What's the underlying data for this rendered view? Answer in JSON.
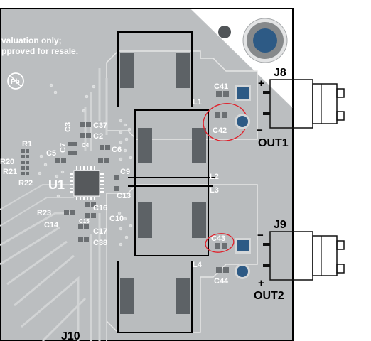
{
  "notice": {
    "line1": "valuation only;",
    "line2": "pproved for resale."
  },
  "pb_mark": "Pb",
  "ic": "U1",
  "components": {
    "R1": "R1",
    "R20": "R20",
    "R21": "R21",
    "R22": "R22",
    "R23": "R23",
    "C2": "C2",
    "C3": "C3",
    "C4": "C4",
    "C5": "C5",
    "C6": "C6",
    "C7": "C7",
    "C9": "C9",
    "C10": "C10",
    "C13": "C13",
    "C14": "C14",
    "C15": "C15",
    "C16": "C16",
    "C17": "C17",
    "C37": "C37",
    "C38": "C38",
    "C41": "C41",
    "C42": "C42",
    "C43": "C43",
    "C44": "C44"
  },
  "inductors": {
    "L1": "L1",
    "L2": "L2",
    "L3": "L3",
    "L4": "L4"
  },
  "connectors": {
    "J8": {
      "label": "J8",
      "plus": "+",
      "minus": "−",
      "out": "OUT1"
    },
    "J9": {
      "label": "J9",
      "minus": "−",
      "plus": "+",
      "out": "OUT2"
    },
    "J10": {
      "label": "J10"
    }
  },
  "colors": {
    "board": "#bbbec0",
    "silkscreen": "#ffffff",
    "copper_pad": "#5d6266",
    "highlight_circle": "#e0202a",
    "terminal_pad": "#2d5a85"
  }
}
